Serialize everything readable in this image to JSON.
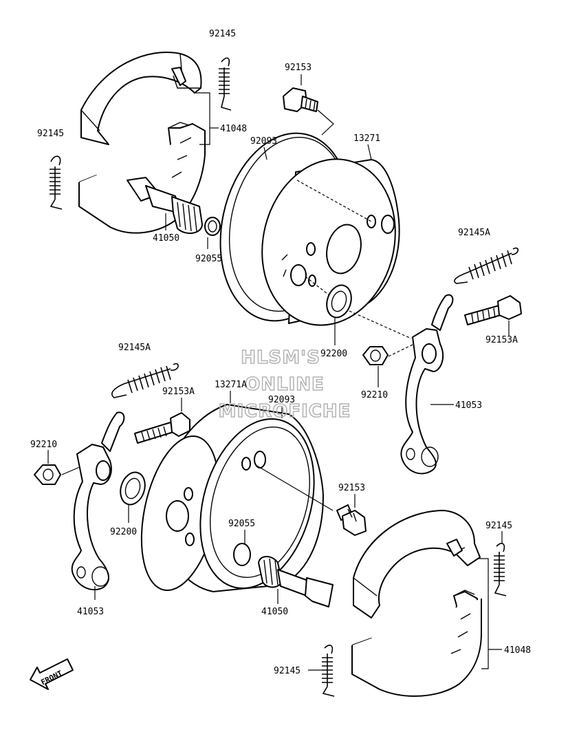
{
  "watermark": {
    "line1": "HLSM'S",
    "line2": "ONLINE",
    "line3": "MICROFICHE",
    "color": "#b5b5b5"
  },
  "front_arrow": {
    "label": "FRONT"
  },
  "labels": {
    "spring_top": "92145",
    "spring_left": "92145",
    "shoe_top_ref": "41048",
    "cam_top": "41050",
    "washer_top": "92055",
    "bolt_top": "92153",
    "panel_top": "92093",
    "drum_top": "13271",
    "spring_right": "92145A",
    "bolt_right": "92153A",
    "seal_top": "92200",
    "nut_right": "92210",
    "lever_right": "41053",
    "spring_mid_left": "92145A",
    "bolt_mid_left": "92153A",
    "drum_bottom": "13271A",
    "panel_bottom": "92093",
    "nut_left": "92210",
    "seal_bottom": "92200",
    "bolt_bottom": "92153",
    "washer_bottom": "92055",
    "lever_left": "41053",
    "cam_bottom": "41050",
    "spring_bottom_right": "92145",
    "shoe_bottom_ref": "41048",
    "spring_bottom": "92145"
  }
}
